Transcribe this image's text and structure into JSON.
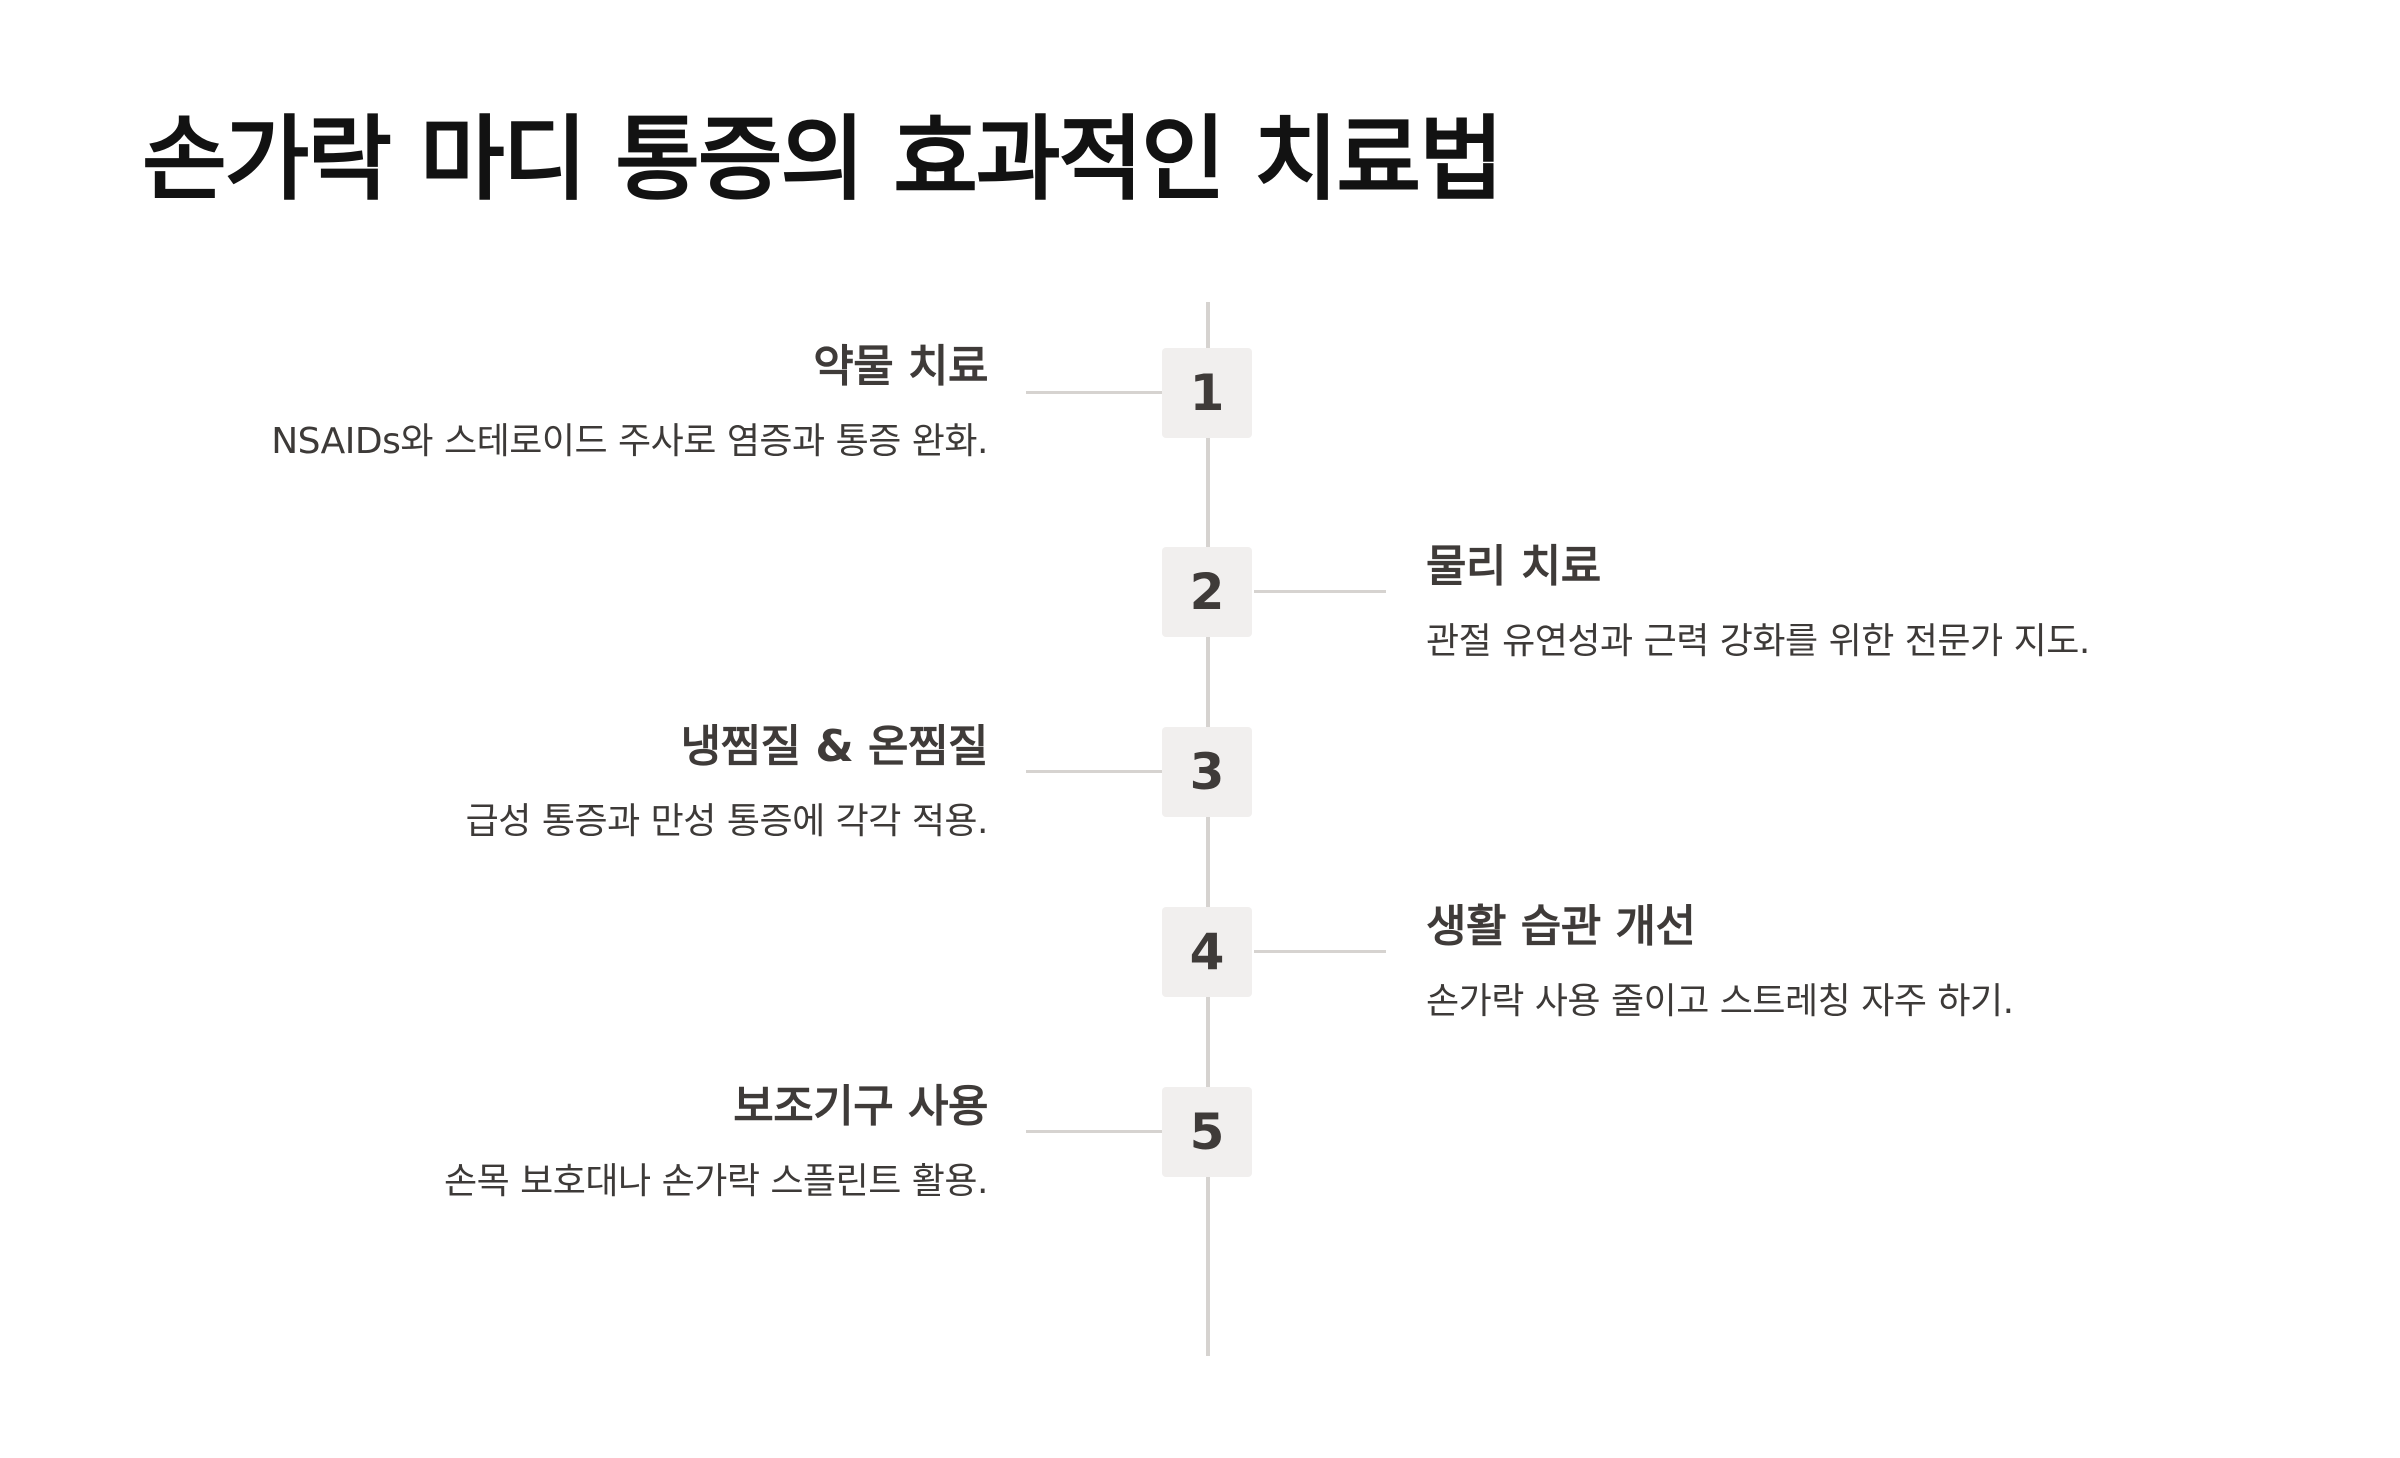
{
  "title": "손가락 마디 통증의 효과적인 치료법",
  "steps": [
    {
      "number": "1",
      "title": "약물 치료",
      "description": "NSAIDs와 스테로이드 주사로 염증과 통증 완화.",
      "side": "left"
    },
    {
      "number": "2",
      "title": "물리 치료",
      "description": "관절 유연성과 근력 강화를 위한 전문가 지도.",
      "side": "right"
    },
    {
      "number": "3",
      "title": "냉찜질 & 온찜질",
      "description": "급성 통증과 만성 통증에 각각 적용.",
      "side": "left"
    },
    {
      "number": "4",
      "title": "생활 습관 개선",
      "description": "손가락 사용 줄이고 스트레칭 자주 하기.",
      "side": "right"
    },
    {
      "number": "5",
      "title": "보조기구 사용",
      "description": "손목 보호대나 손가락 스플린트 활용.",
      "side": "left"
    }
  ]
}
